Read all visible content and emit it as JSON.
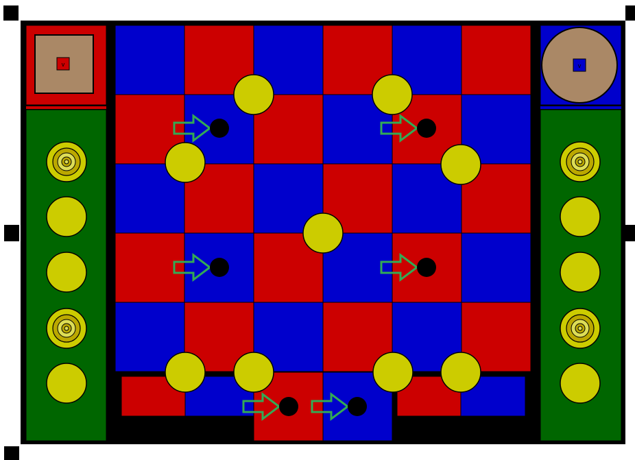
{
  "board": {
    "columns": 6,
    "rows": 5,
    "first_cell_color": "blue",
    "colors": {
      "red": "#cc0000",
      "blue": "#0000cc",
      "green_panel": "#006600",
      "frame": "#000000",
      "token_yellow": "#cccc00",
      "token_outline": "#000000",
      "arrow_green": "#33aa55",
      "target_tan": "#aa8866",
      "hole_black": "#000000",
      "background": "#ffffff"
    }
  },
  "left_panel": {
    "header": {
      "shape": "square",
      "marker_icon": "down-arrow-icon",
      "label": "v"
    },
    "slots": [
      {
        "kind": "target-token"
      },
      {
        "kind": "plain-token"
      },
      {
        "kind": "plain-token"
      },
      {
        "kind": "target-token"
      },
      {
        "kind": "plain-token"
      }
    ]
  },
  "right_panel": {
    "header": {
      "shape": "circle",
      "marker_icon": "down-arrow-icon",
      "label": "v"
    },
    "slots": [
      {
        "kind": "target-token"
      },
      {
        "kind": "plain-token"
      },
      {
        "kind": "plain-token"
      },
      {
        "kind": "target-token"
      },
      {
        "kind": "plain-token"
      }
    ]
  },
  "board_tokens": [
    {
      "id": "token-1"
    },
    {
      "id": "token-2"
    },
    {
      "id": "token-3"
    },
    {
      "id": "token-4"
    },
    {
      "id": "token-5"
    },
    {
      "id": "token-6"
    },
    {
      "id": "token-7"
    },
    {
      "id": "token-8"
    },
    {
      "id": "token-9"
    }
  ],
  "holes": [
    {
      "id": "hole-1",
      "arrow": "right-arrow-icon"
    },
    {
      "id": "hole-2",
      "arrow": "right-arrow-icon"
    },
    {
      "id": "hole-3",
      "arrow": "right-arrow-icon"
    },
    {
      "id": "hole-4",
      "arrow": "right-arrow-icon"
    },
    {
      "id": "hole-5",
      "arrow": "right-arrow-icon"
    },
    {
      "id": "hole-6",
      "arrow": "right-arrow-icon"
    }
  ]
}
